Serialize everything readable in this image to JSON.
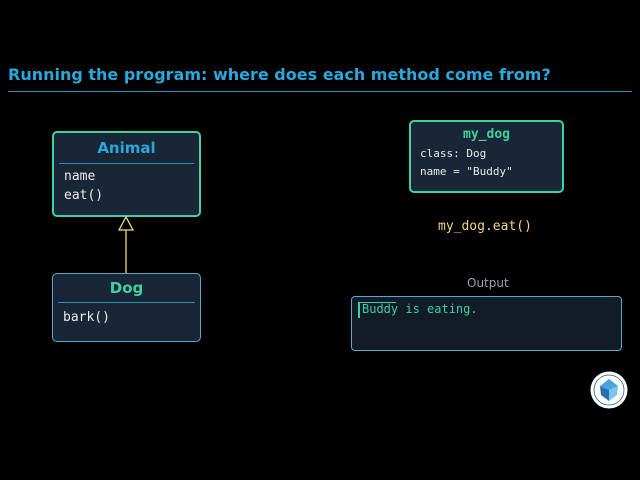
{
  "header": {
    "title": "Running the program: where does each method come from?"
  },
  "uml": {
    "parent": {
      "name": "Animal",
      "members": [
        "name",
        "eat()"
      ]
    },
    "child": {
      "name": "Dog",
      "members": [
        "bark()"
      ]
    }
  },
  "object": {
    "name": "my_dog",
    "lines": [
      "class: Dog",
      "name = \"Buddy\""
    ]
  },
  "call": "my_dog.eat()",
  "output": {
    "label": "Output",
    "text": "Buddy is eating."
  },
  "colors": {
    "background": "#000000",
    "accent_blue": "#29a8dc",
    "accent_green": "#3ed1a1",
    "code_yellow": "#f5d77f"
  },
  "icons": {
    "logo": "institution-seal-icon"
  }
}
